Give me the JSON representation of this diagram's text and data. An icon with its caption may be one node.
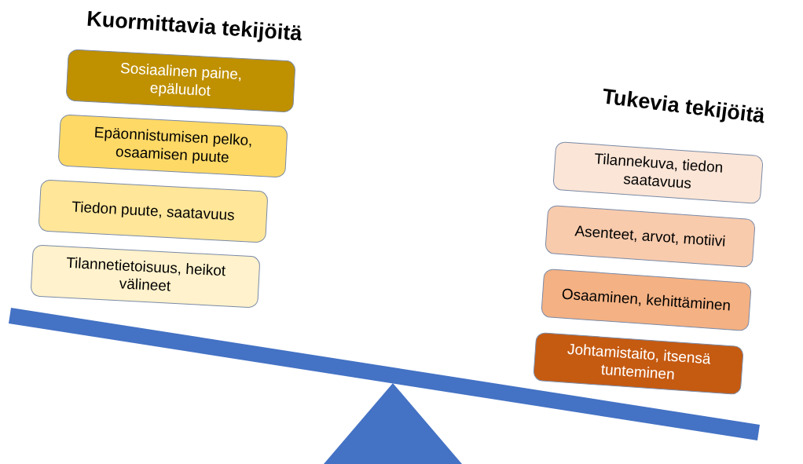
{
  "diagram": {
    "nodes": [
      {
        "text": [
          "Sosiaalinen paine, epäluulot"
        ]
      },
      {
        "text": [
          "Epäonnistumisen pelko, osaamisen puute"
        ]
      },
      {
        "text": [
          "Tiedon puute, saatavuus"
        ]
      },
      {
        "text": [
          "Tilannetietoisuus, heikot välineet"
        ]
      },
      {
        "text": [
          "Tilannekuva, tiedon saatavuus"
        ]
      },
      {
        "text": [
          "Asenteet, arvot, motiivi"
        ]
      },
      {
        "text": [
          "Osaaminen, kehittäminen"
        ]
      },
      {
        "text": [
          "Johtamistaito, itsensä tunteminen"
        ]
      }
    ],
    "labels": [
      "Kuormittavia tekijöitä",
      "Tukevia tekijöitä"
    ]
  }
}
